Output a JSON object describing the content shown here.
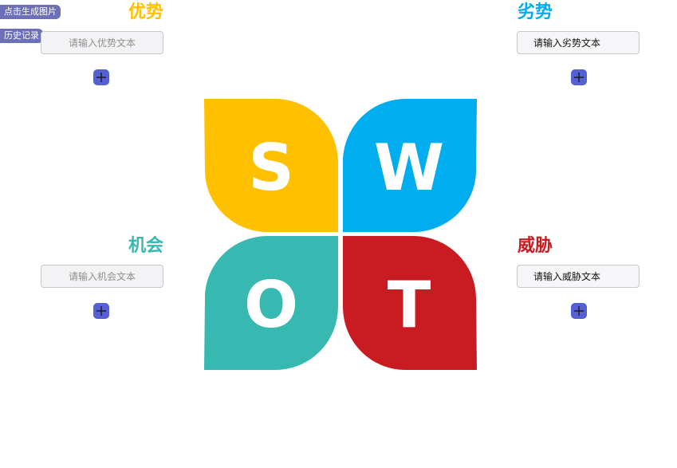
{
  "toolbar": {
    "generate_image_label": "点击生成图片",
    "history_label": "历史记录"
  },
  "sections": {
    "strengths": {
      "title": "优势",
      "placeholder": "请输入优势文本",
      "value": "",
      "color": "#ffc000",
      "letter": "S"
    },
    "weaknesses": {
      "title": "劣势",
      "placeholder": "请输入劣势文本",
      "value": "",
      "color": "#00adef",
      "letter": "W"
    },
    "opportunities": {
      "title": "机会",
      "placeholder": "请输入机会文本",
      "value": "",
      "color": "#37b9b2",
      "letter": "O"
    },
    "threats": {
      "title": "威胁",
      "placeholder": "请输入威胁文本",
      "value": "",
      "color": "#c91c22",
      "letter": "T"
    }
  },
  "icons": {
    "add": "plus-icon"
  }
}
